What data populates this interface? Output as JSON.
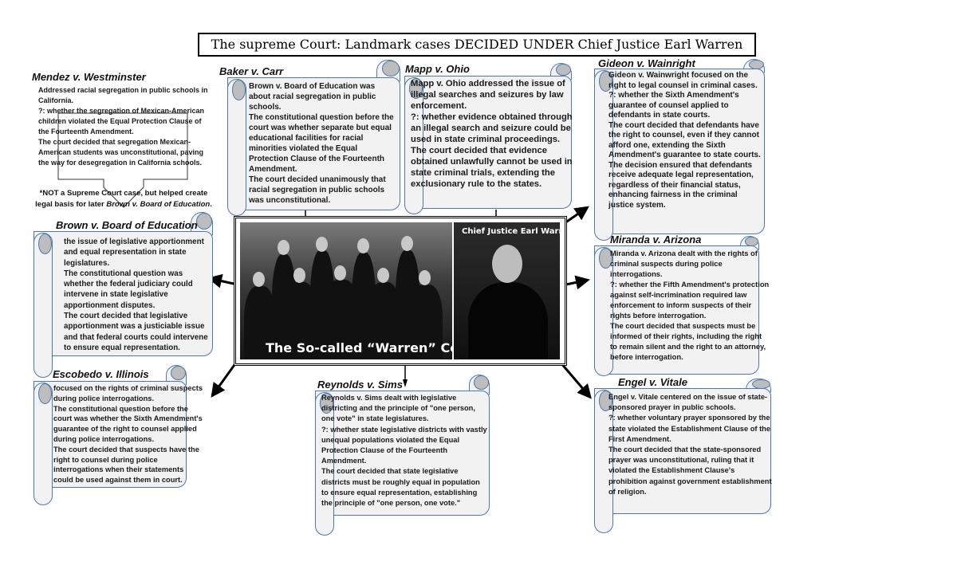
{
  "title": "The supreme Court: Landmark cases DECIDED UNDER Chief Justice Earl Warren",
  "center": {
    "caption": "The So-called “Warren” Court",
    "portrait_label": "Chief Justice Earl Warren"
  },
  "colors": {
    "scroll_fill": "#f2f2f2",
    "scroll_border": "#4a79b0",
    "curl_fill": "#bdbdbd"
  },
  "mendez": {
    "title": "Mendez v. Westminster",
    "text": "Addressed racial segregation in public schools in California.\n?: whether the segregation of Mexican-American children violated the Equal Protection Clause of the Fourteenth Amendment.\nThe court decided that segregation Mexican-American students was unconstitutional, paving the way for desegregation in California schools.",
    "note_prefix": "*NOT a Supreme Court case, but helped create legal basis for later ",
    "note_case": "Brown v. Board of Education",
    "note_suffix": "."
  },
  "cases": {
    "baker": {
      "title": "Baker v. Carr",
      "text": "Brown v. Board of Education was about racial segregation in public schools.\nThe constitutional question before the court was whether separate but equal educational facilities for racial minorities violated the Equal Protection Clause of the Fourteenth Amendment.\nThe court decided unanimously that racial segregation in public schools was unconstitutional."
    },
    "mapp": {
      "title": "Mapp v. Ohio",
      "text": "Mapp v. Ohio addressed the issue of illegal searches and seizures by law enforcement.\n?: whether evidence obtained through an illegal search and seizure could be used in state criminal proceedings.\nThe court decided that evidence obtained unlawfully cannot be used in state criminal trials, extending the exclusionary rule to the states."
    },
    "gideon": {
      "title": "Gideon v. Wainright",
      "text": "Gideon v. Wainwright focused on the right to legal counsel in criminal cases.\n?: whether the Sixth Amendment's guarantee of counsel applied to defendants in state courts.\nThe court decided that defendants have the right to counsel, even if they cannot afford one, extending the Sixth Amendment's guarantee to state courts.\nThe decision ensured that defendants receive adequate legal representation, regardless of their financial status, enhancing fairness in the criminal justice system."
    },
    "brown": {
      "title": "Brown v. Board of Education",
      "text": "the issue of legislative apportionment and equal representation in state legislatures.\nThe constitutional question was whether the federal judiciary could intervene in state legislative apportionment disputes.\nThe court decided that legislative apportionment was a justiciable issue and that federal courts could intervene to ensure equal representation."
    },
    "miranda": {
      "title": "Miranda v. Arizona",
      "text": "Miranda v. Arizona dealt with the rights of criminal suspects during police interrogations.\n?: whether the Fifth Amendment's protection against self-incrimination required law enforcement to inform suspects of their rights before interrogation.\nThe court decided that suspects must be informed of their rights, including the right to remain silent and the right to an attorney, before interrogation."
    },
    "escobedo": {
      "title": "Escobedo v. Illinois",
      "text": "focused on the rights of criminal suspects during police interrogations.\nThe constitutional question before the court was whether the Sixth Amendment's guarantee of the right to counsel applied during police interrogations.\nThe court decided that suspects have the right to counsel during police interrogations when their statements could be used against them in court."
    },
    "reynolds": {
      "title": "Reynolds v. Sims",
      "text": "Reynolds v. Sims dealt with legislative districting and the principle of \"one person, one vote\" in state legislatures.\n?:  whether state legislative districts with vastly unequal populations violated the Equal Protection Clause of the Fourteenth Amendment.\nThe court decided that state legislative districts must be roughly equal in population to ensure equal representation, establishing the principle of \"one person, one vote.\""
    },
    "engel": {
      "title": "Engel v. Vitale",
      "text": "Engel v. Vitale centered on the issue of state-sponsored prayer in public schools.\n?: whether voluntary prayer sponsored by the state violated the Establishment Clause of the First Amendment.\nThe court decided that the state-sponsored prayer was unconstitutional, ruling that it violated the Establishment Clause's prohibition against government establishment of religion."
    }
  }
}
